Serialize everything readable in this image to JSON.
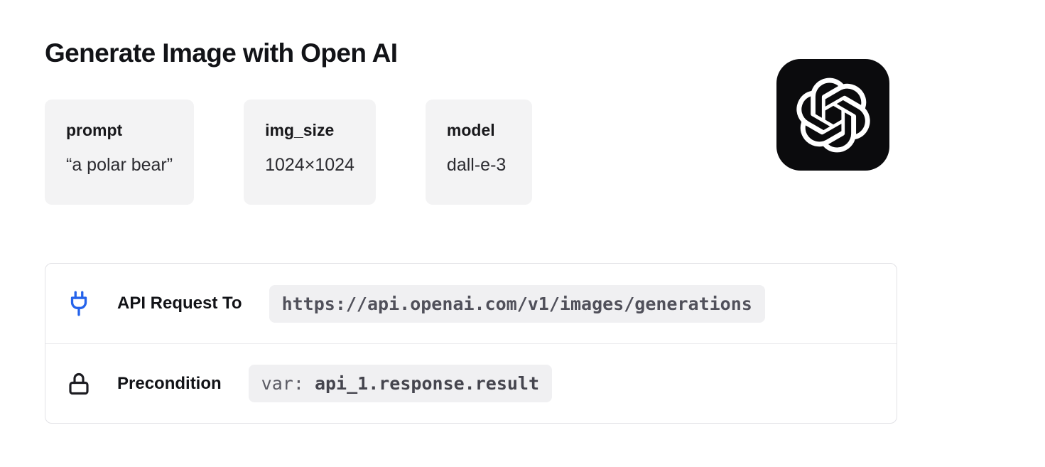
{
  "page": {
    "title": "Generate Image with Open AI"
  },
  "params": [
    {
      "label": "prompt",
      "value": "“a polar bear”"
    },
    {
      "label": "img_size",
      "value": "1024×1024"
    },
    {
      "label": "model",
      "value": "dall-e-3"
    }
  ],
  "details": {
    "api_request": {
      "label": "API Request To",
      "url": "https://api.openai.com/v1/images/generations"
    },
    "precondition": {
      "label": "Precondition",
      "var_prefix": "var:",
      "var_value": "api_1.response.result"
    }
  },
  "icons": {
    "logo": "openai-logo",
    "row1": "plug-icon",
    "row2": "lock-icon"
  },
  "colors": {
    "plug_icon": "#2563eb",
    "lock_icon": "#1c1c21",
    "logo_background": "#0b0b0d",
    "card_background": "#f3f3f4",
    "chip_background": "#f0f0f2",
    "border": "#e2e2e6"
  }
}
